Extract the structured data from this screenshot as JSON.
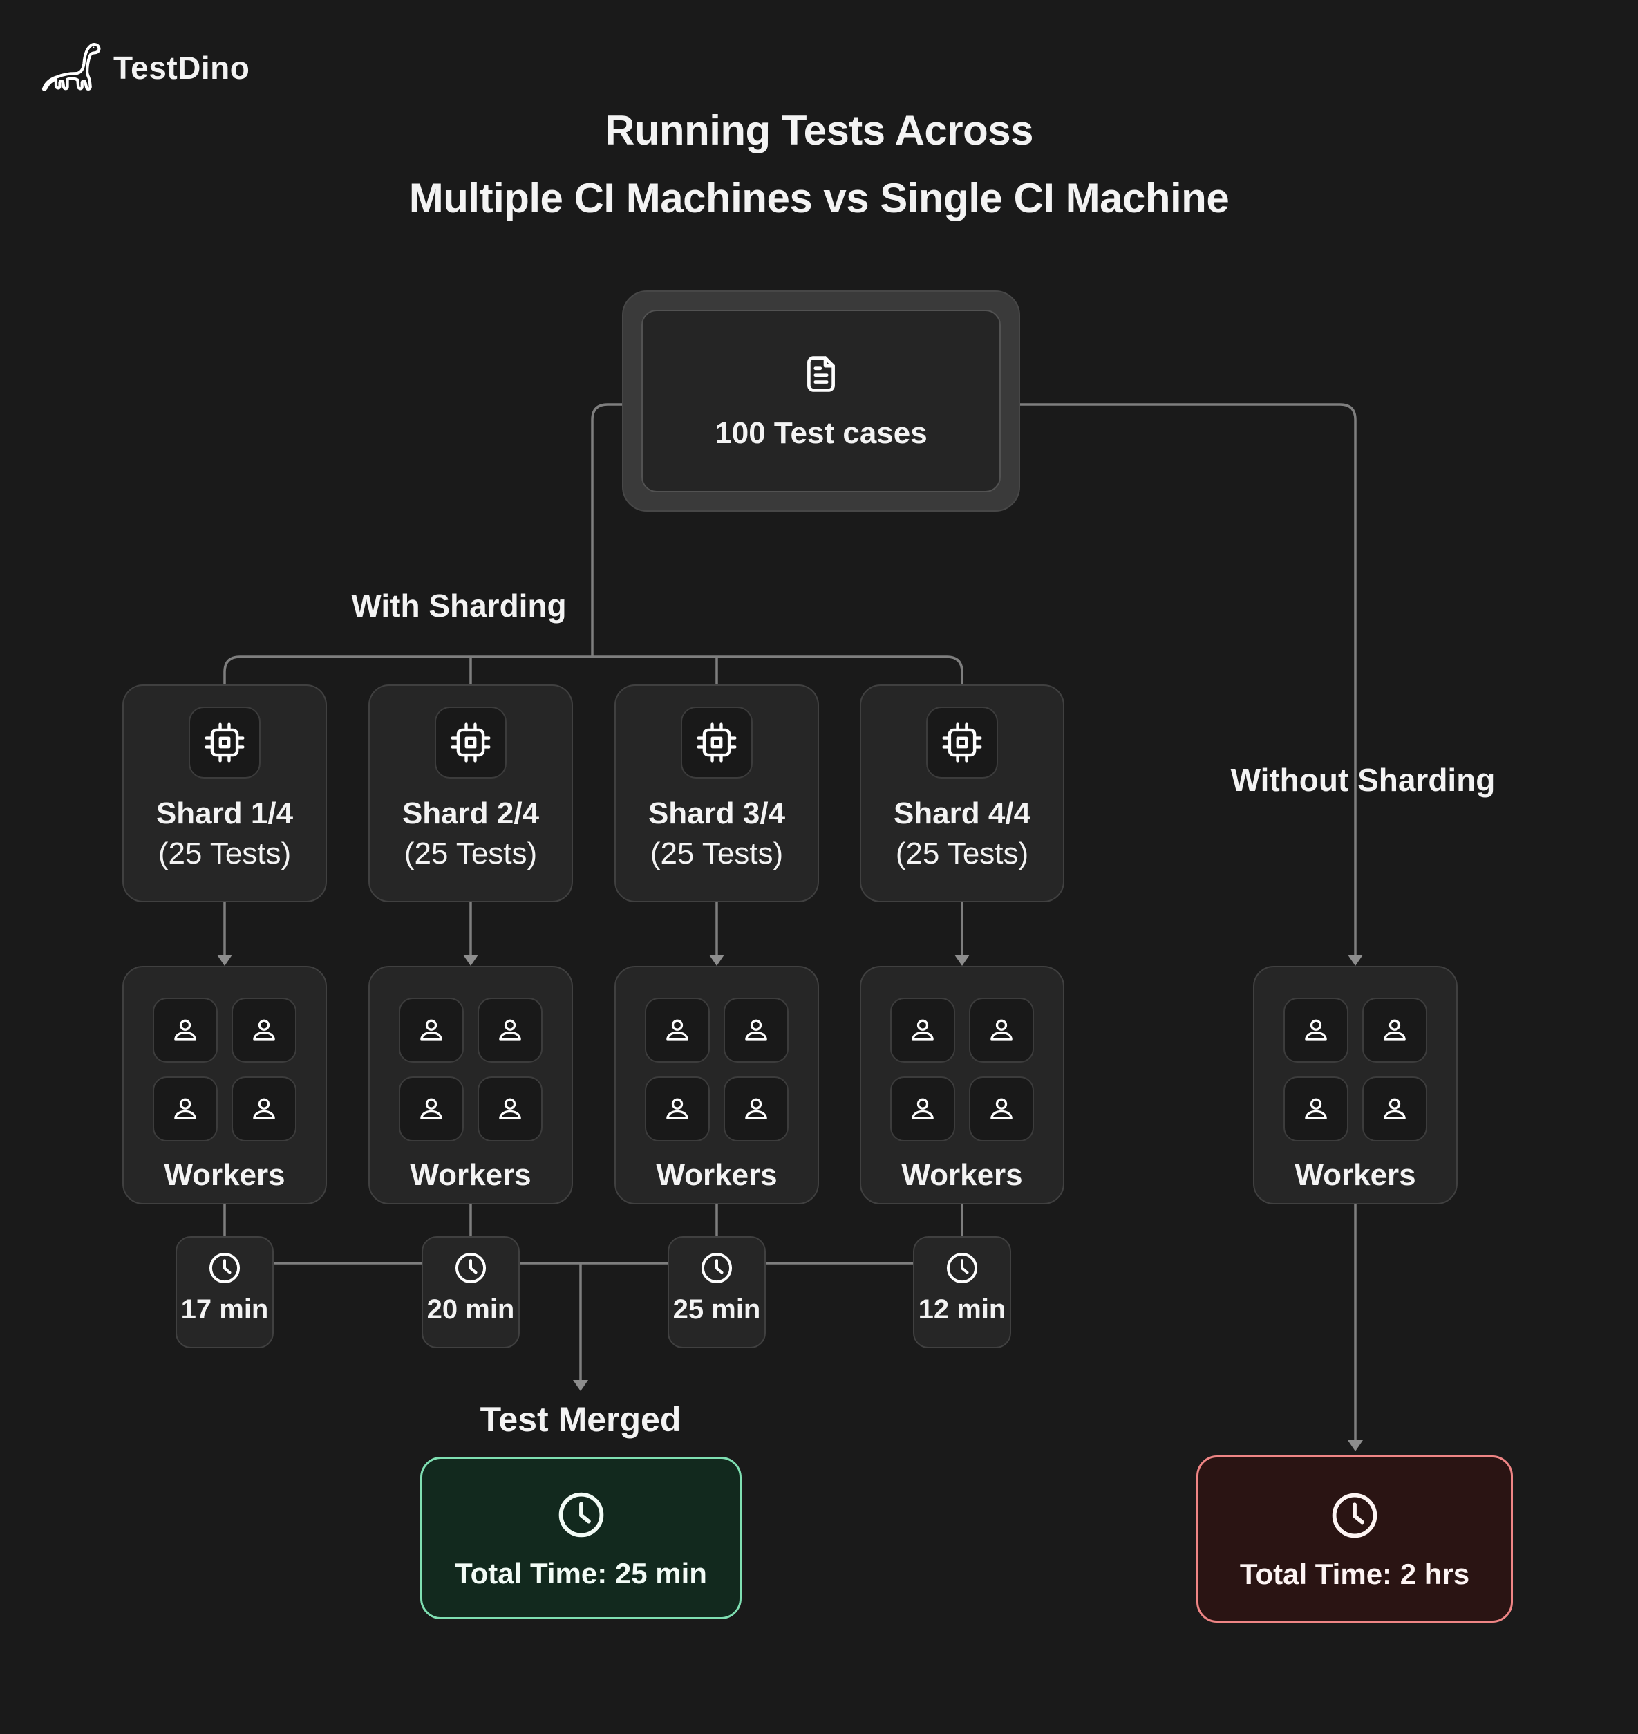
{
  "brand": {
    "name": "TestDino",
    "logo_icon": "dinosaur-icon"
  },
  "title": {
    "line1": "Running Tests Across",
    "line2": "Multiple CI Machines vs Single CI Machine"
  },
  "root": {
    "label": "100 Test cases",
    "icon": "file-text-icon"
  },
  "branches": {
    "with_sharding": "With Sharding",
    "without_sharding": "Without Sharding"
  },
  "shards": [
    {
      "title": "Shard 1/4",
      "subtitle": "(25 Tests)",
      "time": "17 min"
    },
    {
      "title": "Shard 2/4",
      "subtitle": "(25 Tests)",
      "time": "20 min"
    },
    {
      "title": "Shard 3/4",
      "subtitle": "(25 Tests)",
      "time": "25 min"
    },
    {
      "title": "Shard 4/4",
      "subtitle": "(25 Tests)",
      "time": "12 min"
    }
  ],
  "workers": {
    "label": "Workers",
    "workers_per_box": 4,
    "icon": "user-icon"
  },
  "merge": {
    "heading": "Test Merged",
    "total": "Total Time: 25 min",
    "icon": "clock-icon"
  },
  "single_machine": {
    "total": "Total Time: 2 hrs",
    "icon": "clock-icon"
  },
  "colors": {
    "background": "#1a1a1a",
    "node_fill": "#262626",
    "node_border": "#404040",
    "tile_fill": "#191919",
    "connector_line": "#7e7e7e",
    "arrowhead": "#8d8d8d",
    "text": "#f3f3f3",
    "success_border": "#7fdfb2",
    "success_fill": "#12291e",
    "danger_border": "#ef8585",
    "danger_fill": "#2a1413"
  }
}
